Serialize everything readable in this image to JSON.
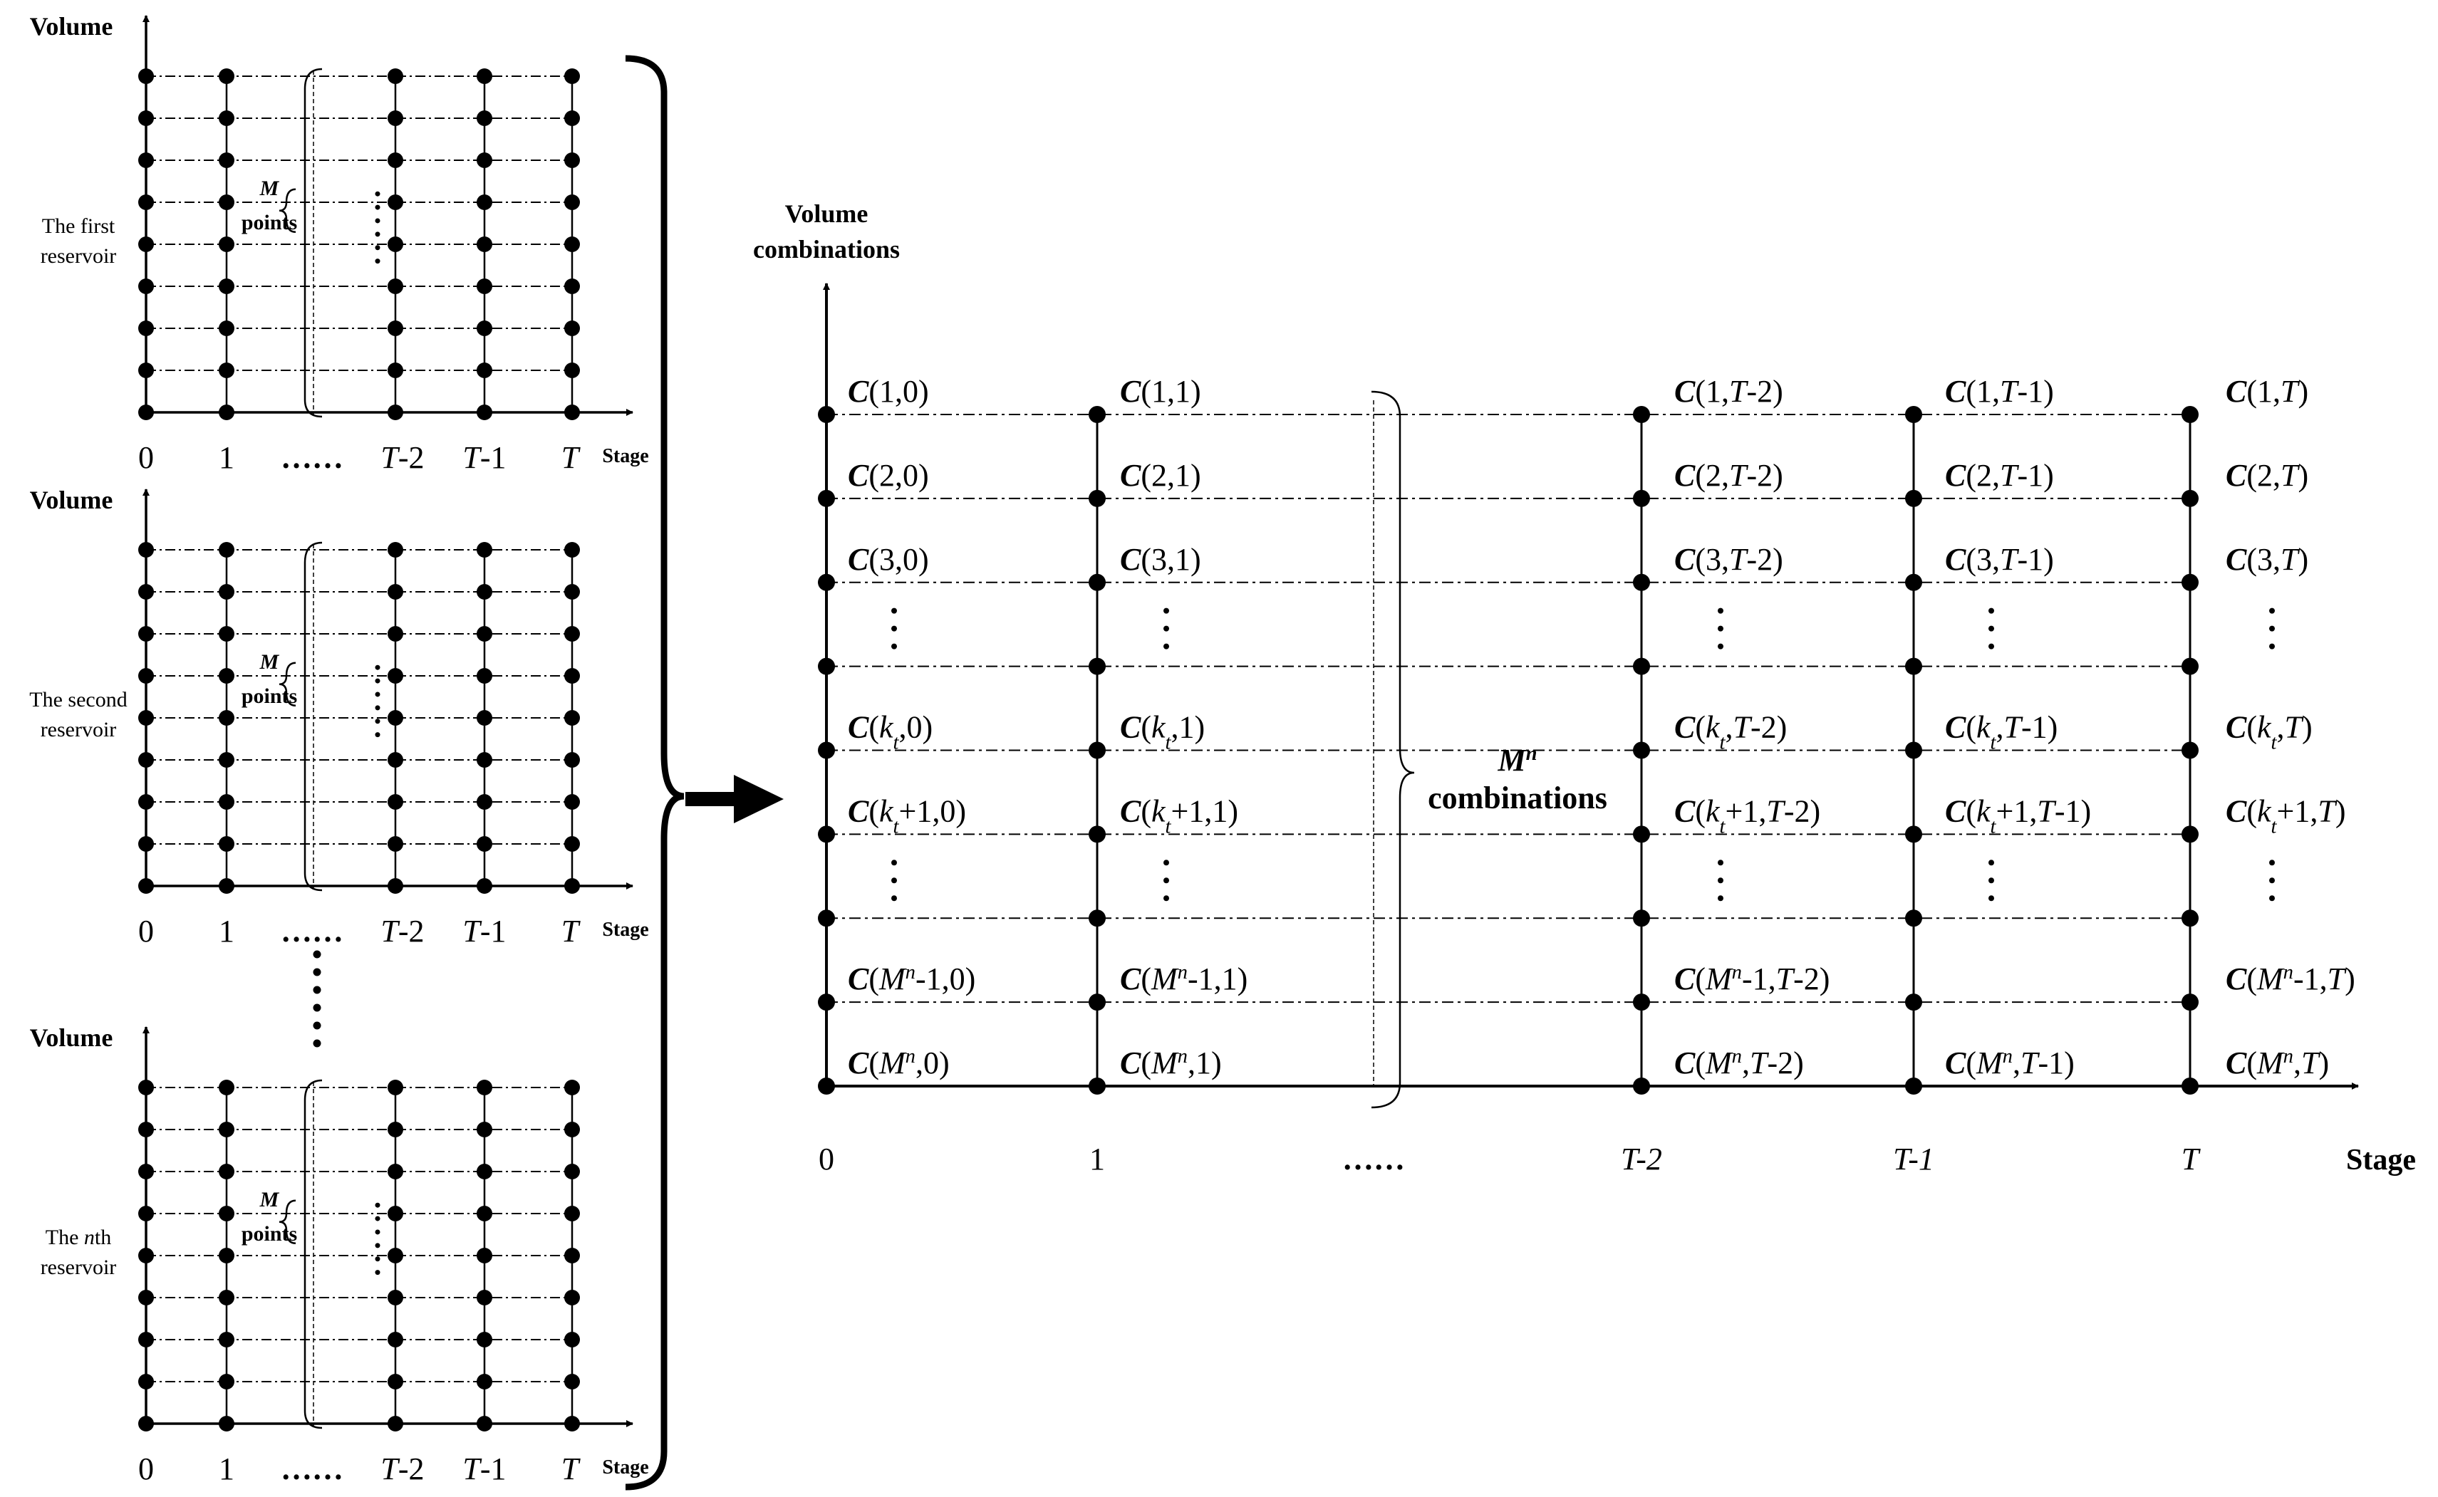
{
  "left_panels": [
    {
      "y_axis_label": "Volume",
      "reservoir_label": [
        "The first",
        "reservoir"
      ],
      "m_label": "M",
      "points_label": "points",
      "x_label": "Stage",
      "ticks": [
        "0",
        "1",
        "……",
        "T-2",
        "T-1",
        "T"
      ]
    },
    {
      "y_axis_label": "Volume",
      "reservoir_label": [
        "The second",
        "reservoir"
      ],
      "m_label": "M",
      "points_label": "points",
      "x_label": "Stage",
      "ticks": [
        "0",
        "1",
        "……",
        "T-2",
        "T-1",
        "T"
      ]
    },
    {
      "y_axis_label": "Volume",
      "reservoir_label": [
        "The nth",
        "reservoir"
      ],
      "m_label": "M",
      "points_label": "points",
      "x_label": "Stage",
      "ticks": [
        "0",
        "1",
        "……",
        "T-2",
        "T-1",
        "T"
      ]
    }
  ],
  "right_panel": {
    "y_axis_label": [
      "Volume",
      "combinations"
    ],
    "x_label": "Stage",
    "ticks": [
      "0",
      "1",
      "……",
      "T-2",
      "T-1",
      "T"
    ],
    "brace_label": [
      "M^n",
      "combinations"
    ],
    "rows": [
      "1",
      "2",
      "3",
      "⋮",
      "k_t",
      "k_t+1",
      "⋮",
      "M^n-1",
      "M^n"
    ],
    "cols": [
      "0",
      "1",
      "T-2",
      "T-1",
      "T"
    ],
    "cell_prefix": "C"
  }
}
